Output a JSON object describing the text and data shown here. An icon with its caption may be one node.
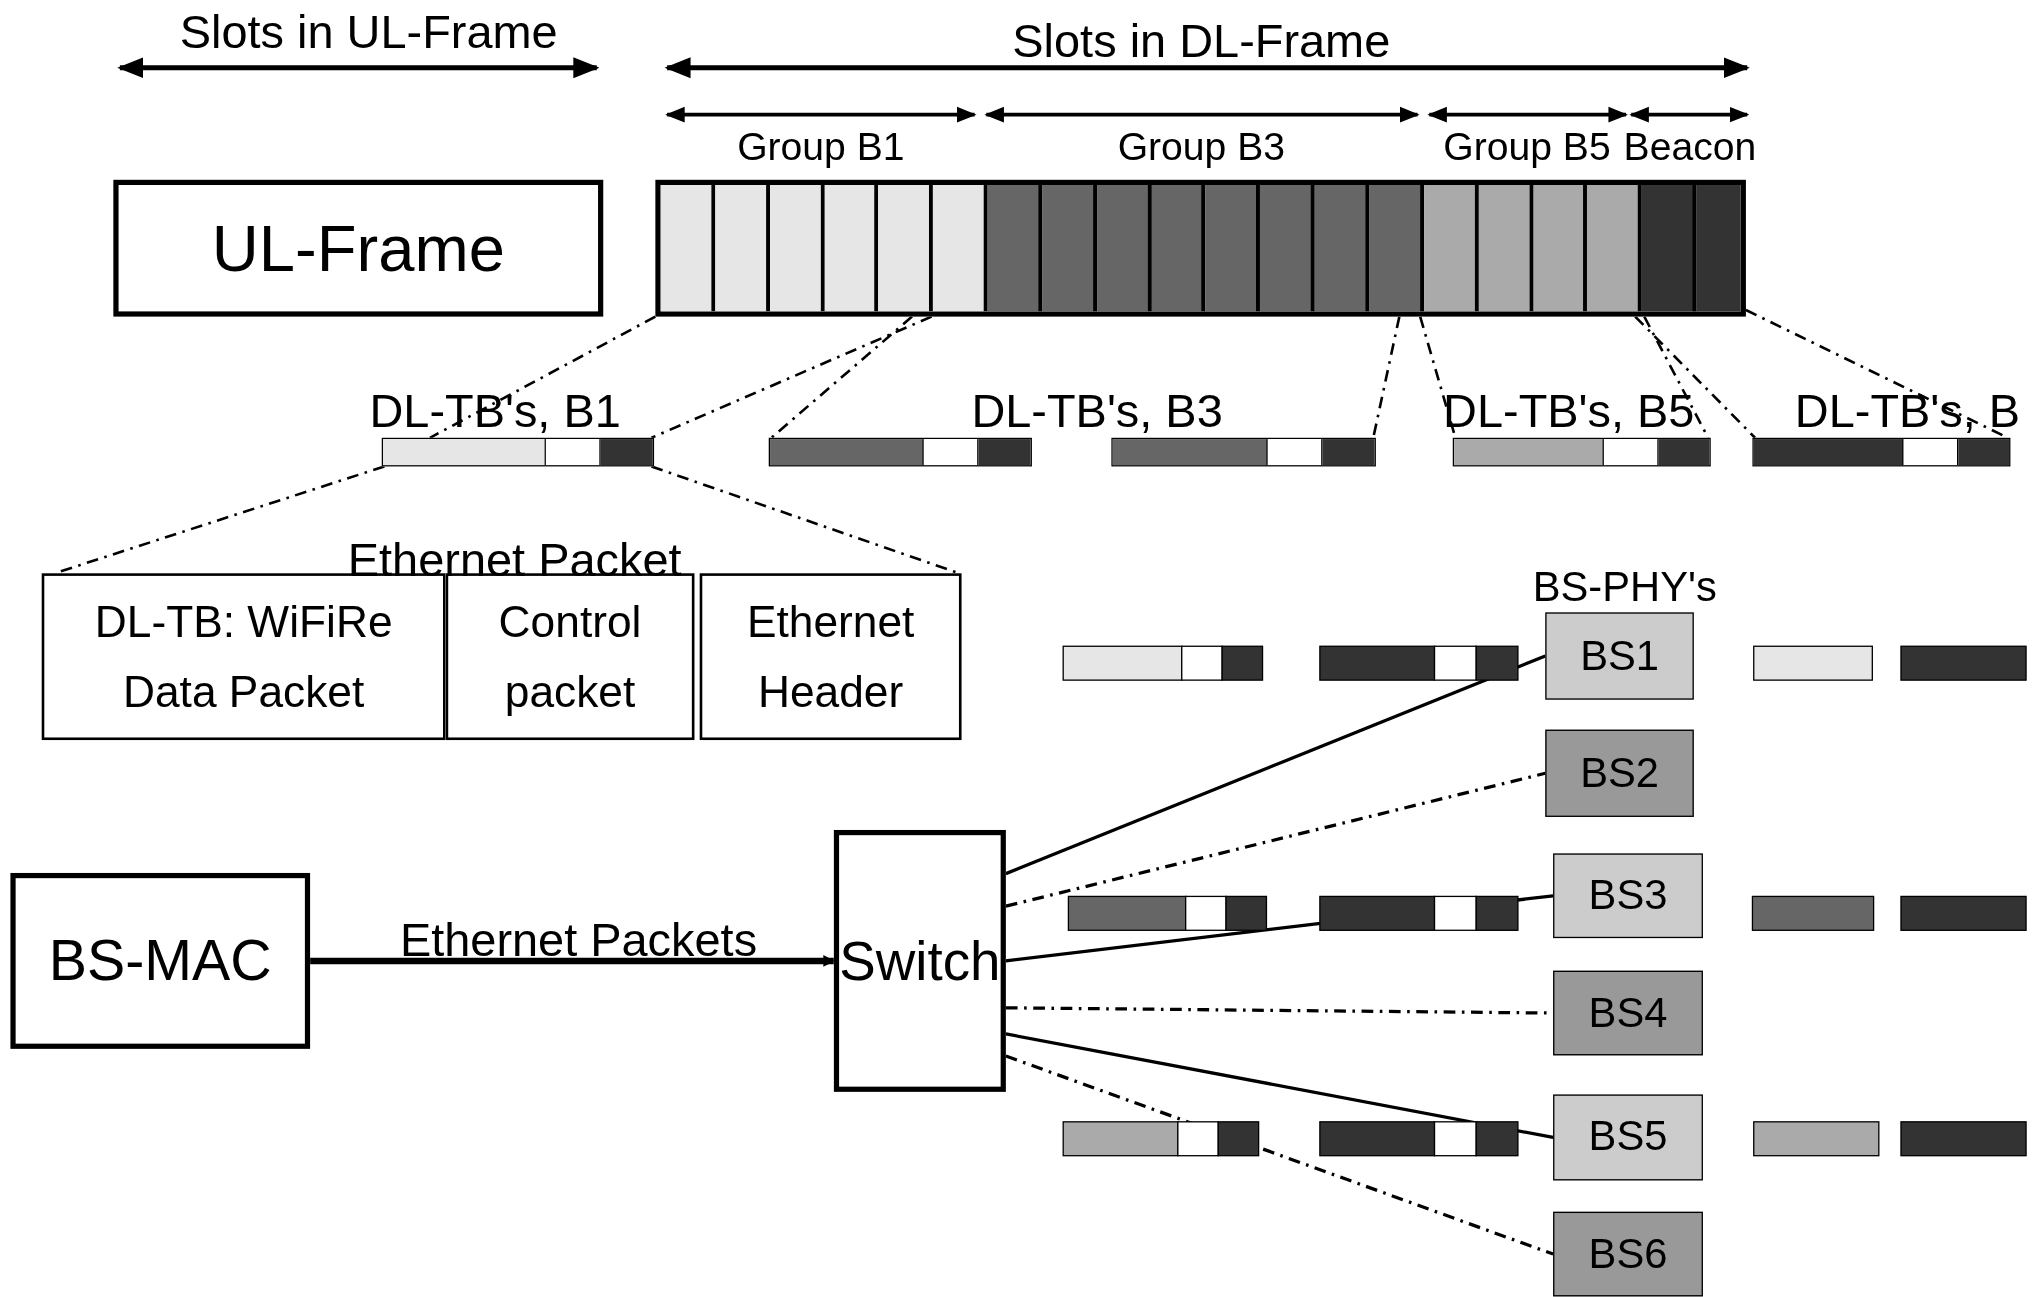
{
  "diagram": {
    "nodes": [
      {
        "text": [
          "UL-Frame"
        ]
      },
      {
        "text": [],
        "shape": "bar"
      },
      {
        "text": [],
        "shape": "bar",
        "beside": [
          "DL-TB's, B1"
        ]
      },
      {
        "text": [],
        "shape": "bar",
        "beside": [
          "DL-TB's, B3"
        ]
      },
      {
        "text": [],
        "shape": "bar"
      },
      {
        "text": [],
        "shape": "bar",
        "beside": [
          "DL-TB's, B5"
        ]
      },
      {
        "text": [],
        "shape": "bar",
        "beside": [
          "DL-TB's, B"
        ]
      },
      {
        "text": [
          "DL-TB: WiFiRe Data Packet"
        ]
      },
      {
        "text": [
          "Control packet"
        ]
      },
      {
        "text": [
          "Ethernet Header"
        ]
      },
      {
        "text": [
          "BS-MAC"
        ]
      },
      {
        "text": [
          "Switch"
        ]
      },
      {
        "text": [
          "BS1"
        ]
      },
      {
        "text": [
          "BS2"
        ]
      },
      {
        "text": [
          "BS3"
        ]
      },
      {
        "text": [
          "BS4"
        ]
      },
      {
        "text": [
          "BS5"
        ]
      },
      {
        "text": [
          "BS6"
        ]
      }
    ],
    "edges": [
      {
        "from": 1,
        "to": 2,
        "arrow": "none",
        "style": "dashed"
      },
      {
        "from": 1,
        "to": 2,
        "arrow": "none",
        "style": "dashed"
      },
      {
        "from": 1,
        "to": 3,
        "arrow": "none",
        "style": "dashed"
      },
      {
        "from": 1,
        "to": 4,
        "arrow": "none",
        "style": "dashed"
      },
      {
        "from": 1,
        "to": 5,
        "arrow": "none",
        "style": "dashed"
      },
      {
        "from": 1,
        "to": 6,
        "arrow": "none",
        "style": "dashed"
      },
      {
        "from": 1,
        "to": 5,
        "arrow": "none",
        "style": "dashed"
      },
      {
        "from": 1,
        "to": 6,
        "arrow": "none",
        "style": "dashed"
      },
      {
        "from": 2,
        "to": 7,
        "arrow": "none",
        "style": "dashed"
      },
      {
        "from": 2,
        "to": 9,
        "arrow": "none",
        "style": "dashed"
      },
      {
        "from": 10,
        "to": 11,
        "arrow": "to",
        "label": "Ethernet Packets",
        "style": "thick"
      },
      {
        "from": 11,
        "to": 12,
        "arrow": "none"
      },
      {
        "from": 11,
        "to": 13,
        "arrow": "none",
        "style": "dashed"
      },
      {
        "from": 11,
        "to": 14,
        "arrow": "none"
      },
      {
        "from": 11,
        "to": 15,
        "arrow": "none",
        "style": "dashed"
      },
      {
        "from": 11,
        "to": 16,
        "arrow": "none"
      },
      {
        "from": 11,
        "to": 17,
        "arrow": "none",
        "style": "dashed"
      }
    ],
    "labels": [
      "Slots in UL-Frame",
      "Slots in DL-Frame",
      "Group B1",
      "Group B3",
      "Group B5",
      "Beacon",
      "Ethernet Packet",
      "BS-PHY's"
    ]
  }
}
